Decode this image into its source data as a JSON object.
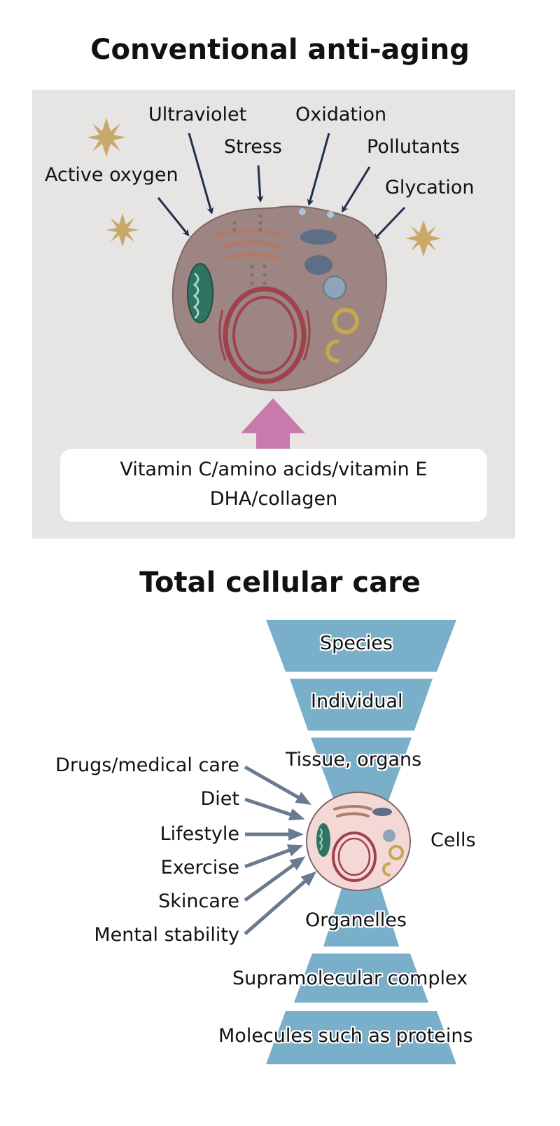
{
  "conventional": {
    "title": "Conventional anti-aging",
    "stressors": [
      "Ultraviolet",
      "Oxidation",
      "Stress",
      "Pollutants",
      "Active oxygen",
      "Glycation"
    ],
    "supplements": {
      "line1": "Vitamin C/amino acids/vitamin E",
      "line2": "DHA/collagen"
    }
  },
  "total_care": {
    "title": "Total cellular care",
    "levels": [
      "Species",
      "Individual",
      "Tissue, organs",
      "Cells",
      "Organelles",
      "Supramolecular complex",
      "Molecules such as proteins"
    ],
    "factors": [
      "Drugs/medical care",
      "Diet",
      "Lifestyle",
      "Exercise",
      "Skincare",
      "Mental stability"
    ]
  },
  "colors": {
    "panel_bg": "#e6e5e4",
    "arrow_navy": "#1f2f4d",
    "sun_tan": "#c9a96a",
    "cell_fill": "#9c8583",
    "push_arrow_pink": "#c97aac",
    "trapezoid_blue": "#7aafca",
    "factor_arrow_grey": "#6b7a90"
  }
}
